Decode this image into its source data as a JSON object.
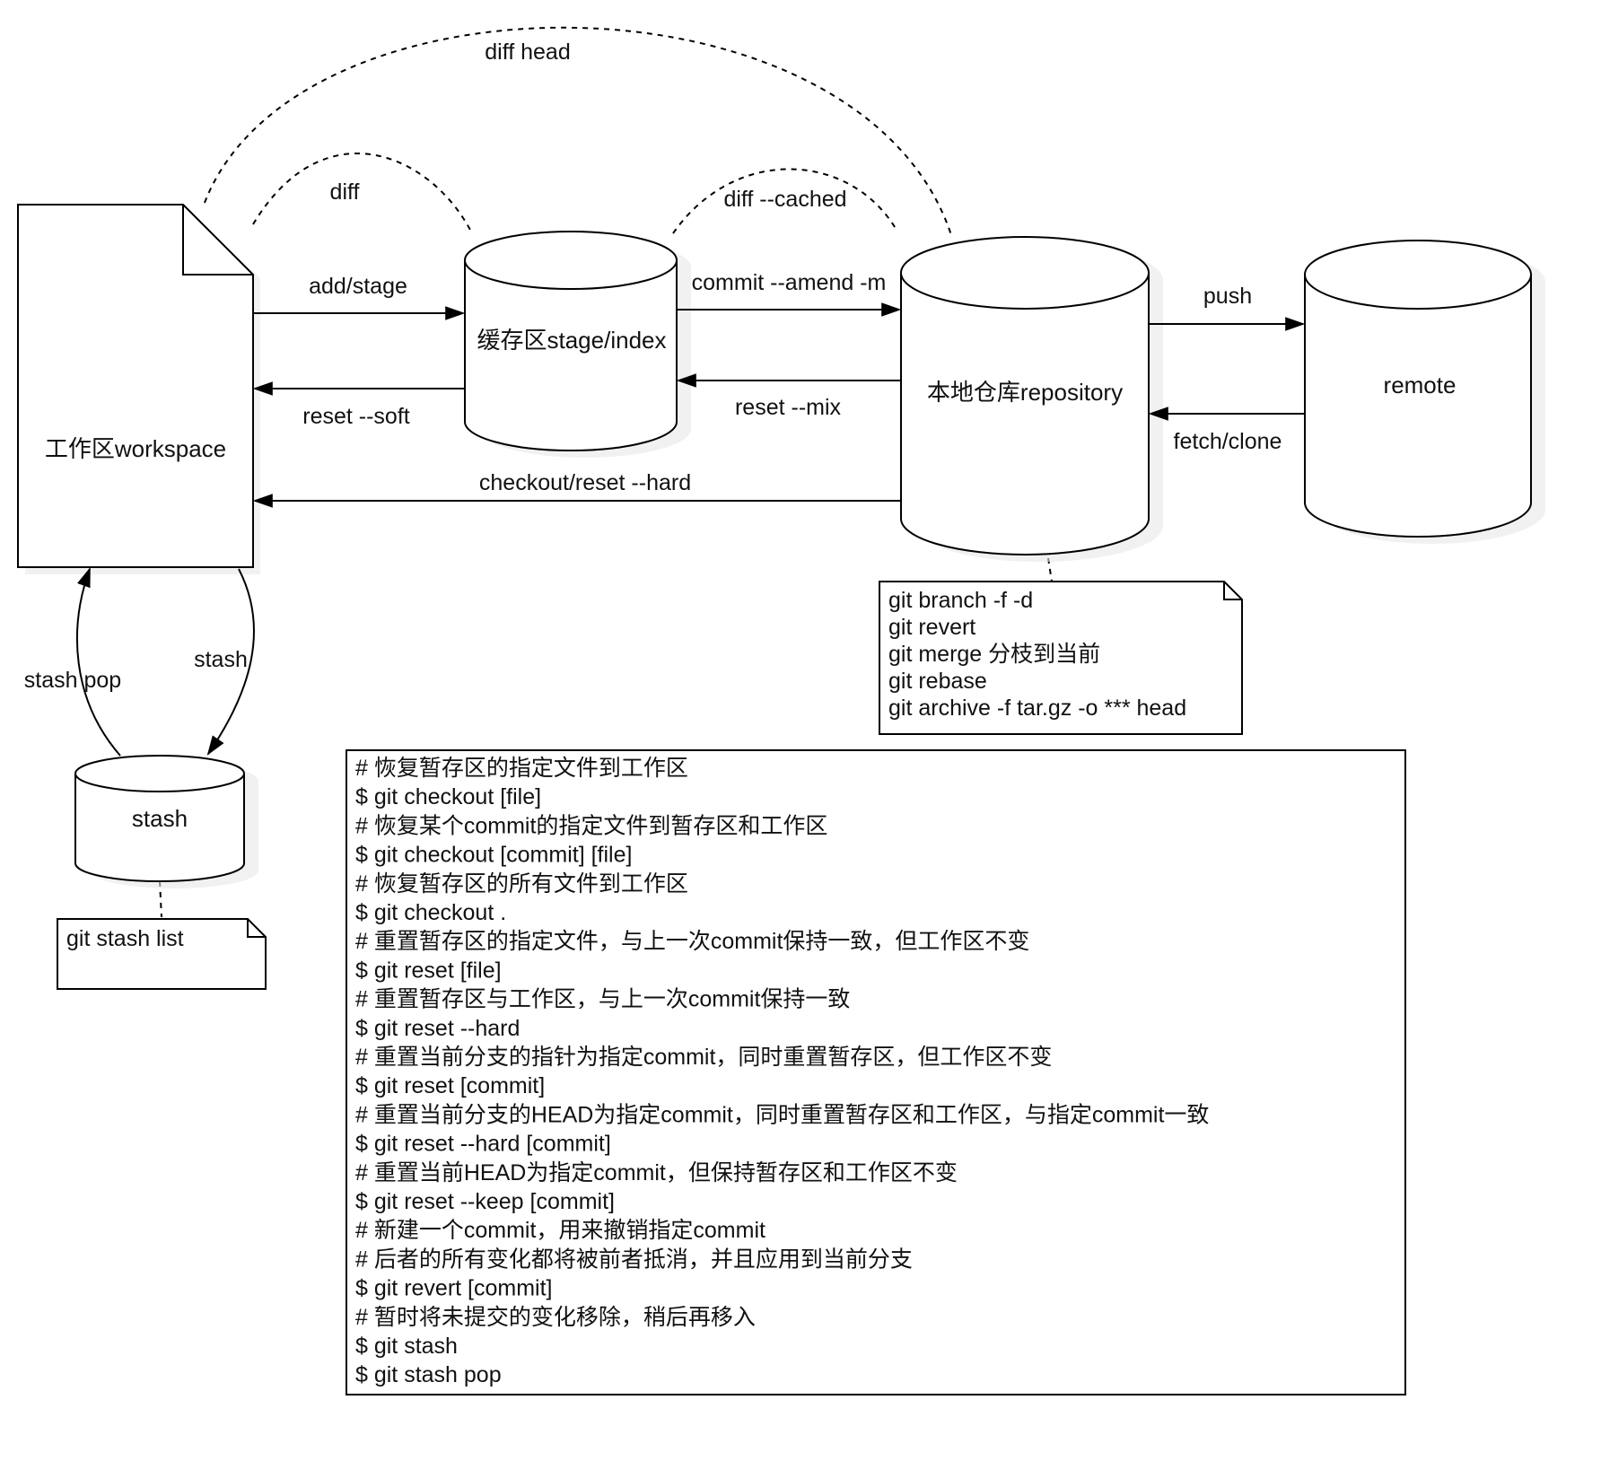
{
  "nodes": {
    "workspace": "工作区workspace",
    "stage": "缓存区stage/index",
    "repository": "本地仓库repository",
    "remote": "remote",
    "stash": "stash"
  },
  "edges": {
    "diff_head": "diff head",
    "diff": "diff",
    "diff_cached": "diff --cached",
    "add_stage": "add/stage",
    "reset_soft": "reset --soft",
    "commit_amend": "commit --amend -m",
    "reset_mix": "reset --mix",
    "checkout_reset_hard": "checkout/reset --hard",
    "push": "push",
    "fetch_clone": "fetch/clone",
    "stash_pop": "stash pop",
    "stash": "stash"
  },
  "repo_note": [
    "git branch -f -d",
    "git revert",
    "git merge 分枝到当前",
    "git rebase",
    "git archive -f tar.gz -o  *** head"
  ],
  "stash_note": [
    "git stash list"
  ],
  "commands": [
    "# 恢复暂存区的指定文件到工作区",
    "$ git checkout [file]",
    "# 恢复某个commit的指定文件到暂存区和工作区",
    "$ git checkout [commit] [file]",
    "# 恢复暂存区的所有文件到工作区",
    "$ git checkout .",
    "# 重置暂存区的指定文件，与上一次commit保持一致，但工作区不变",
    "$ git reset [file]",
    "# 重置暂存区与工作区，与上一次commit保持一致",
    "$ git reset --hard",
    "# 重置当前分支的指针为指定commit，同时重置暂存区，但工作区不变",
    "$ git reset [commit]",
    "# 重置当前分支的HEAD为指定commit，同时重置暂存区和工作区，与指定commit一致",
    "$ git reset --hard [commit]",
    "# 重置当前HEAD为指定commit，但保持暂存区和工作区不变",
    "$ git reset --keep [commit]",
    "# 新建一个commit，用来撤销指定commit",
    "# 后者的所有变化都将被前者抵消，并且应用到当前分支",
    "$ git revert [commit]",
    "# 暂时将未提交的变化移除，稍后再移入",
    "$ git stash",
    "$ git stash pop"
  ]
}
